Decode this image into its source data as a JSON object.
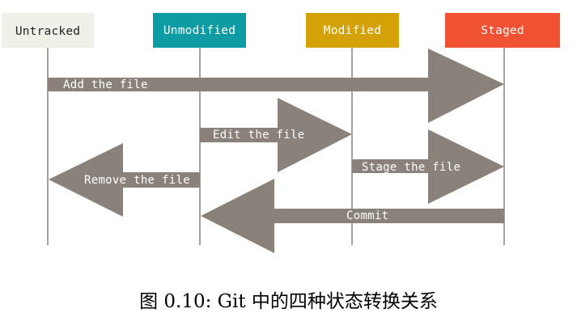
{
  "states": [
    {
      "id": "untracked",
      "label": "Untracked",
      "fill": "#f0efe8",
      "text_color": "#222222"
    },
    {
      "id": "unmodified",
      "label": "Unmodified",
      "fill": "#0d9ba4",
      "text_color": "#ffffff"
    },
    {
      "id": "modified",
      "label": "Modified",
      "fill": "#d4a106",
      "text_color": "#ffffff"
    },
    {
      "id": "staged",
      "label": "Staged",
      "fill": "#f15234",
      "text_color": "#ffffff"
    }
  ],
  "transitions": [
    {
      "id": "add-the-file",
      "label": "Add the file",
      "from": "untracked",
      "to": "staged"
    },
    {
      "id": "edit-the-file",
      "label": "Edit the file",
      "from": "unmodified",
      "to": "modified"
    },
    {
      "id": "stage-the-file",
      "label": "Stage the file",
      "from": "modified",
      "to": "staged"
    },
    {
      "id": "remove-the-file",
      "label": "Remove the file",
      "from": "unmodified",
      "to": "untracked"
    },
    {
      "id": "commit",
      "label": "Commit",
      "from": "staged",
      "to": "unmodified"
    }
  ],
  "colors": {
    "arrow": "#8a827a",
    "lifeline": "#8a827a"
  },
  "caption": "图 0.10: Git 中的四种状态转换关系"
}
